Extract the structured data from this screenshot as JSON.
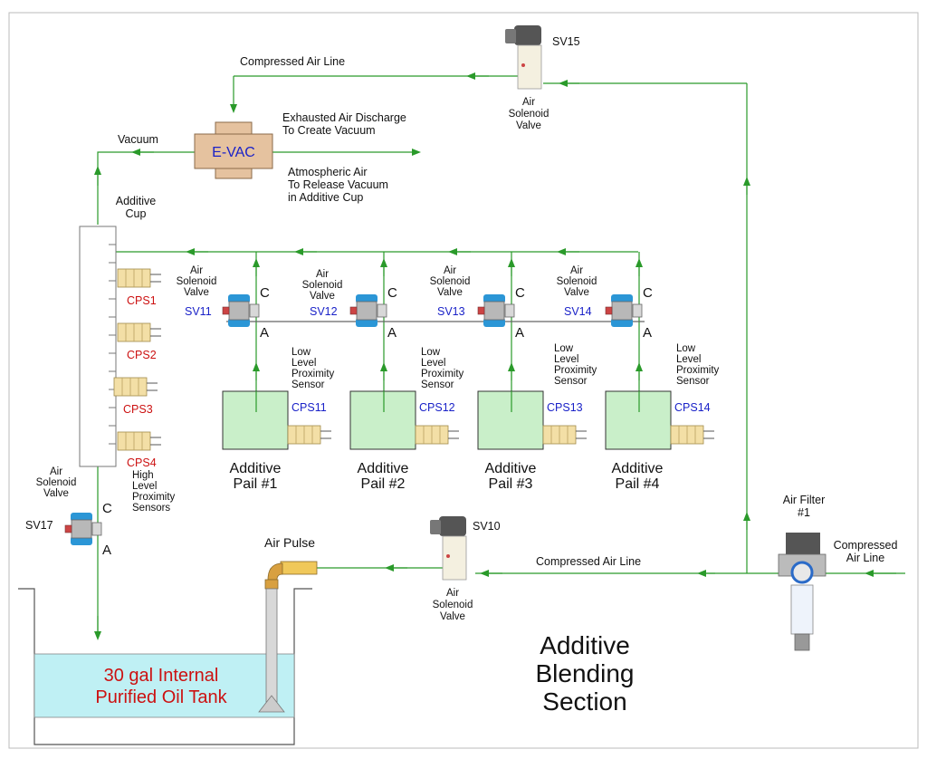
{
  "title_lines": [
    "Additive",
    "Blending",
    "Section"
  ],
  "compressed_air_line": "Compressed Air Line",
  "vacuum": "Vacuum",
  "evac": "E-VAC",
  "exhaust_lines": [
    "Exhausted Air Discharge",
    "To Create Vacuum"
  ],
  "atmos_lines": [
    "Atmospheric Air",
    "To Release Vacuum",
    "in Additive Cup"
  ],
  "additive_cup_lines": [
    "Additive",
    "Cup"
  ],
  "sv15": "SV15",
  "sv10": "SV10",
  "sv17": "SV17",
  "air_solenoid_lines": [
    "Air",
    "Solenoid",
    "Valve"
  ],
  "valve_port_c": "C",
  "valve_port_a": "A",
  "cup_sensors": [
    "CPS1",
    "CPS2",
    "CPS3",
    "CPS4"
  ],
  "high_level_lines": [
    "High",
    "Level",
    "Proximity",
    "Sensors"
  ],
  "low_level_lines": [
    "Low",
    "Level",
    "Proximity",
    "Sensor"
  ],
  "pails": [
    {
      "valve": "SV11",
      "sensor": "CPS11",
      "name_lines": [
        "Additive",
        "Pail #1"
      ]
    },
    {
      "valve": "SV12",
      "sensor": "CPS12",
      "name_lines": [
        "Additive",
        "Pail #2"
      ]
    },
    {
      "valve": "SV13",
      "sensor": "CPS13",
      "name_lines": [
        "Additive",
        "Pail #3"
      ]
    },
    {
      "valve": "SV14",
      "sensor": "CPS14",
      "name_lines": [
        "Additive",
        "Pail #4"
      ]
    }
  ],
  "air_pulse": "Air Pulse",
  "air_filter_lines": [
    "Air Filter",
    "#1"
  ],
  "compressed_air_in_lines": [
    "Compressed",
    "Air Line"
  ],
  "tank_lines": [
    "30 gal Internal",
    "Purified Oil Tank"
  ],
  "colors": {
    "line": "#2a9a2a",
    "pail": "#c9efc9",
    "tank": "#bff0f4",
    "evac": "#e5c29f",
    "sensor": "#f3dfa6",
    "valve_blue": "#2b96d6",
    "label_red": "#cc1111",
    "label_blue": "#1a22c8"
  }
}
